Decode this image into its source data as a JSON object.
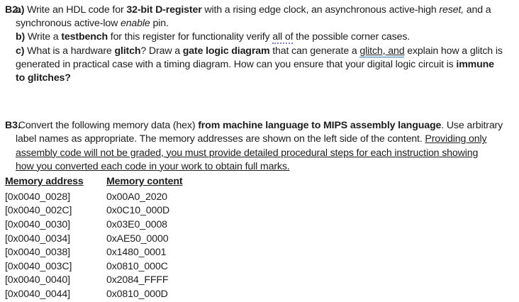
{
  "page": {
    "background_color": "#ffffff",
    "text_color": "#1d1d1d",
    "grammar_dotted_underline_color": "#8677bc",
    "grammar_blue_underline_color": "#2e74b5"
  },
  "b2": {
    "label": "B2.",
    "line1": {
      "a_label": "a)",
      "t1": " Write an HDL code for ",
      "b1": "32-bit D-register",
      "t2": " with a rising edge clock, an asynchronous active-high ",
      "i1": "reset,",
      "t3": " and a"
    },
    "line2": {
      "t1": "synchronous active-low ",
      "i1": "enable",
      "t2": " pin."
    },
    "line3": {
      "b_label": "b)",
      "t1": " Write a ",
      "b1": "testbench",
      "t2": " for this register for functionality verify ",
      "u1": "all of",
      "t3": " the possible corner cases."
    },
    "line4": {
      "c_label": "c)",
      "t1": " What is a hardware ",
      "b1": "glitch",
      "t2": "? Draw a ",
      "b2": "gate logic diagram",
      "t3": " that can generate a ",
      "u1": "glitch, and",
      "t4": " explain how a glitch is"
    },
    "line5": {
      "t1": "generated in practical case with a timing diagram. How can you ensure that your digital logic circuit is ",
      "b1": "immune"
    },
    "line6": {
      "b1": "to glitches?"
    }
  },
  "b3": {
    "label": "B3.",
    "line1": {
      "t1": " Convert the following memory data (hex) ",
      "b1": "from machine language to MIPS assembly language",
      "t2": ". Use arbitrary"
    },
    "line2": {
      "t1": "label names as appropriate. The memory addresses are shown on the left side of the content. ",
      "u1": "Providing only"
    },
    "line3": {
      "u1": "assembly code will not be graded, you must provide detailed procedural steps for each instruction showing"
    },
    "line4": {
      "u1": "how you converted each code in your work to obtain full marks."
    }
  },
  "table": {
    "headers": [
      "Memory address",
      "Memory content"
    ],
    "rows": [
      {
        "address": "[0x0040_0028]",
        "content": "0x00A0_2020"
      },
      {
        "address": "[0x0040_002C]",
        "content": "0x0C10_000D"
      },
      {
        "address": "[0x0040_0030]",
        "content": "0x03E0_0008"
      },
      {
        "address": "[0x0040_0034]",
        "content": "0xAE50_0000"
      },
      {
        "address": "[0x0040_0038]",
        "content": "0x1480_0001"
      },
      {
        "address": "[0x0040_003C]",
        "content": "0x0810_000C"
      },
      {
        "address": "[0x0040_0040]",
        "content": "0x2084_FFFF"
      },
      {
        "address": "[0x0040_0044]",
        "content": "0x0810_000D"
      }
    ]
  }
}
